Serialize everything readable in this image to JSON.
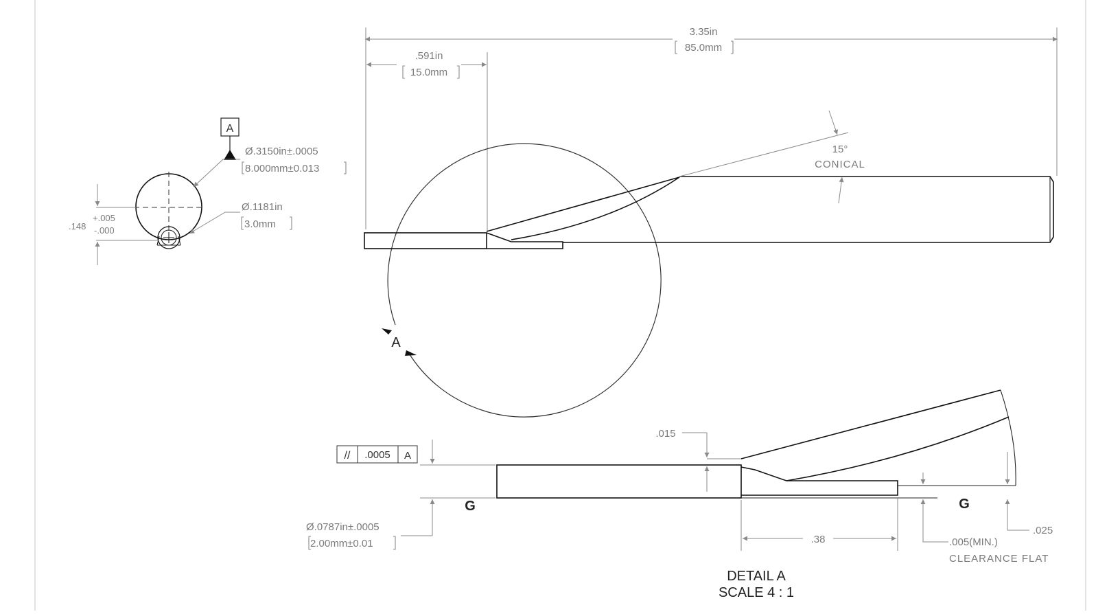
{
  "drawing": {
    "overall_length": {
      "in": "3.35in",
      "mm": "85.0mm"
    },
    "step_length": {
      "in": ".591in",
      "mm": "15.0mm"
    },
    "taper": {
      "angle": "15°",
      "label": "CONICAL"
    },
    "datum_label": "A",
    "shank_diameter": {
      "in": "Ø.3150in±.0005",
      "mm": "8.000mm±0.013"
    },
    "pilot_diameter": {
      "in": "Ø.1181in",
      "mm": "3.0mm"
    },
    "flat_depth": {
      "nominal": ".148",
      "plus": "+.005",
      "minus": "-.000"
    },
    "detail_callout": "A",
    "tolerance_frame": {
      "symbol": "//",
      "value": ".0005",
      "datum": "A"
    },
    "tip_diameter": {
      "in": "Ø.0787in±.0005",
      "mm": "2.00mm±0.01"
    },
    "gauge_label": "G",
    "detail_dims": {
      "step": ".015",
      "length": ".38",
      "end_offset": ".025",
      "clearance_value": ".005(MIN.)",
      "clearance_label": "CLEARANCE FLAT"
    },
    "detail_title": "DETAIL A",
    "detail_scale": "SCALE 4 : 1"
  }
}
